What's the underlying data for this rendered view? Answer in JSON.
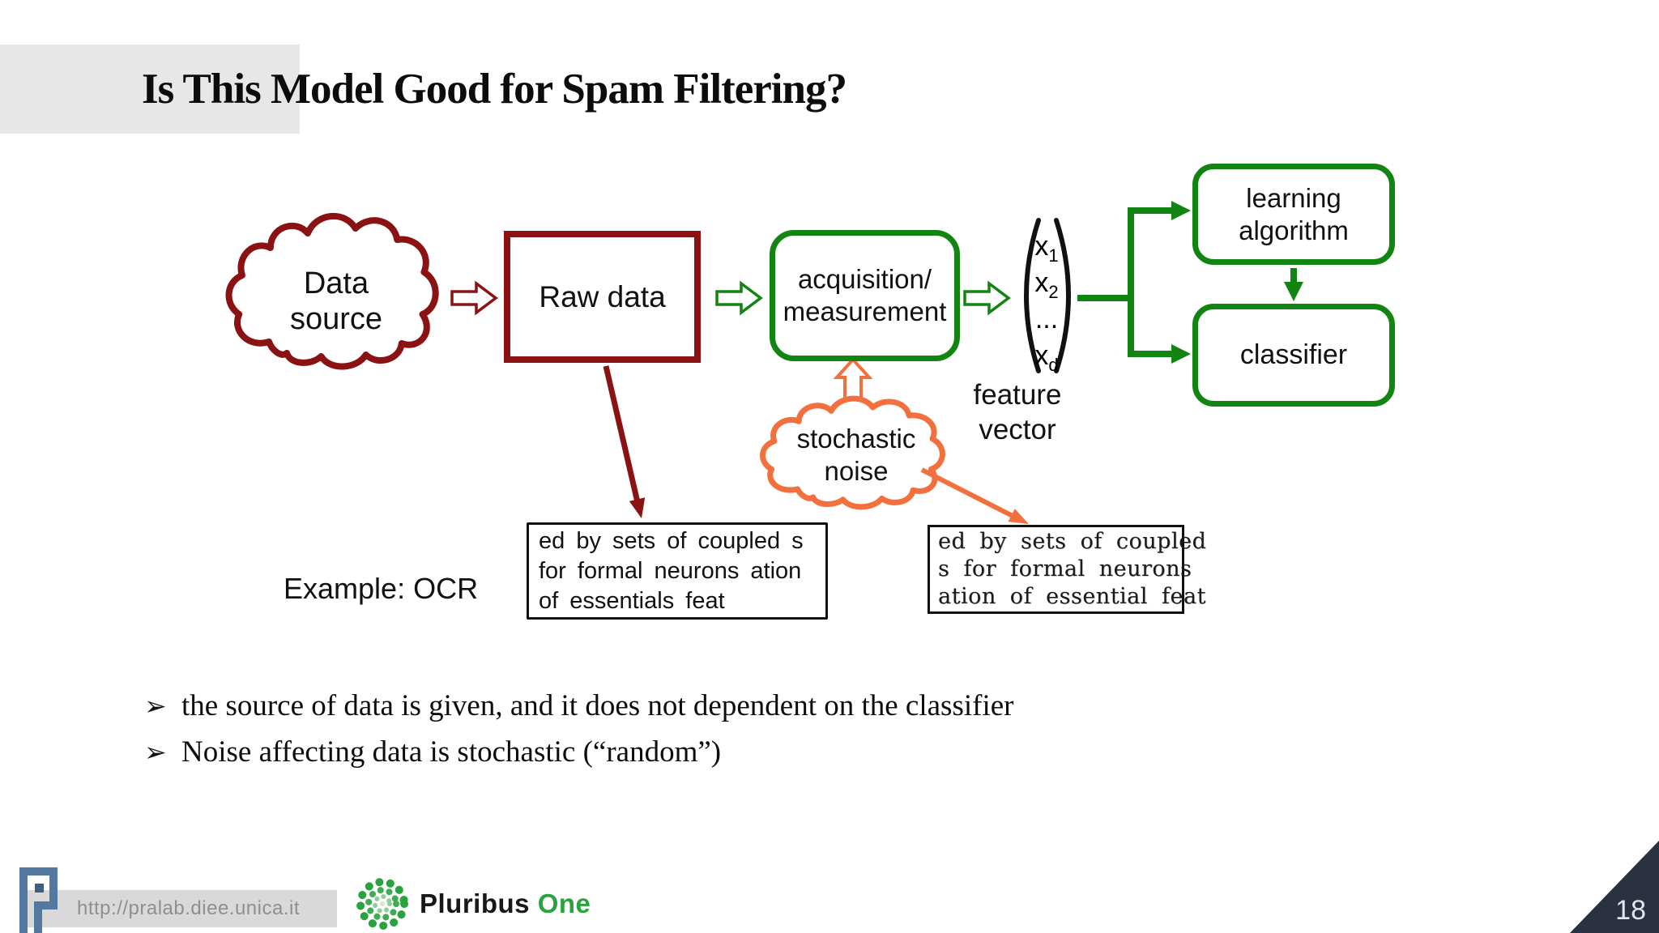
{
  "slide": {
    "title": "Is This Model Good for Spam Filtering?",
    "page_number": "18"
  },
  "diagram": {
    "data_source": {
      "line1": "Data",
      "line2": "source"
    },
    "raw_data_label": "Raw data",
    "acquisition": {
      "line1": "acquisition/",
      "line2": "measurement"
    },
    "vector": {
      "items": [
        {
          "base": "x",
          "sub": "1"
        },
        {
          "base": "x",
          "sub": "2"
        },
        {
          "base": "...",
          "sub": ""
        },
        {
          "base": "x",
          "sub": "d"
        }
      ],
      "label_line1": "feature",
      "label_line2": "vector"
    },
    "learning_algorithm": {
      "line1": "learning",
      "line2": "algorithm"
    },
    "classifier_label": "classifier",
    "stochastic_noise": {
      "line1": "stochastic",
      "line2": "noise"
    },
    "ocr_clean": {
      "line1": "ed by sets of coupled s",
      "line2": "for formal neurons ation",
      "line3": "of essentials feat"
    },
    "ocr_noisy": {
      "line1": "ed by sets of coupled",
      "line2": "s for formal neurons",
      "line3": "ation of essential feat"
    },
    "example_label": "Example: OCR"
  },
  "bullets": {
    "glyph": "➢",
    "items": [
      "the source of data is given, and it does not dependent on the classifier",
      "Noise affecting data is stochastic (“random”)"
    ]
  },
  "footer": {
    "url": "http://pralab.diee.unica.it",
    "brand": "Pluribus",
    "brand_accent": "One"
  },
  "colors": {
    "dark_red": "#8B1212",
    "green": "#118411",
    "orange": "#F2703D",
    "title_highlight": "#E7E7E7",
    "footer_bar": "#D9D9D9",
    "footer_text": "#909090",
    "page_triangle": "#2B3140",
    "pluribus_green": "#2AA33F",
    "logo_blue": "#54789F"
  }
}
